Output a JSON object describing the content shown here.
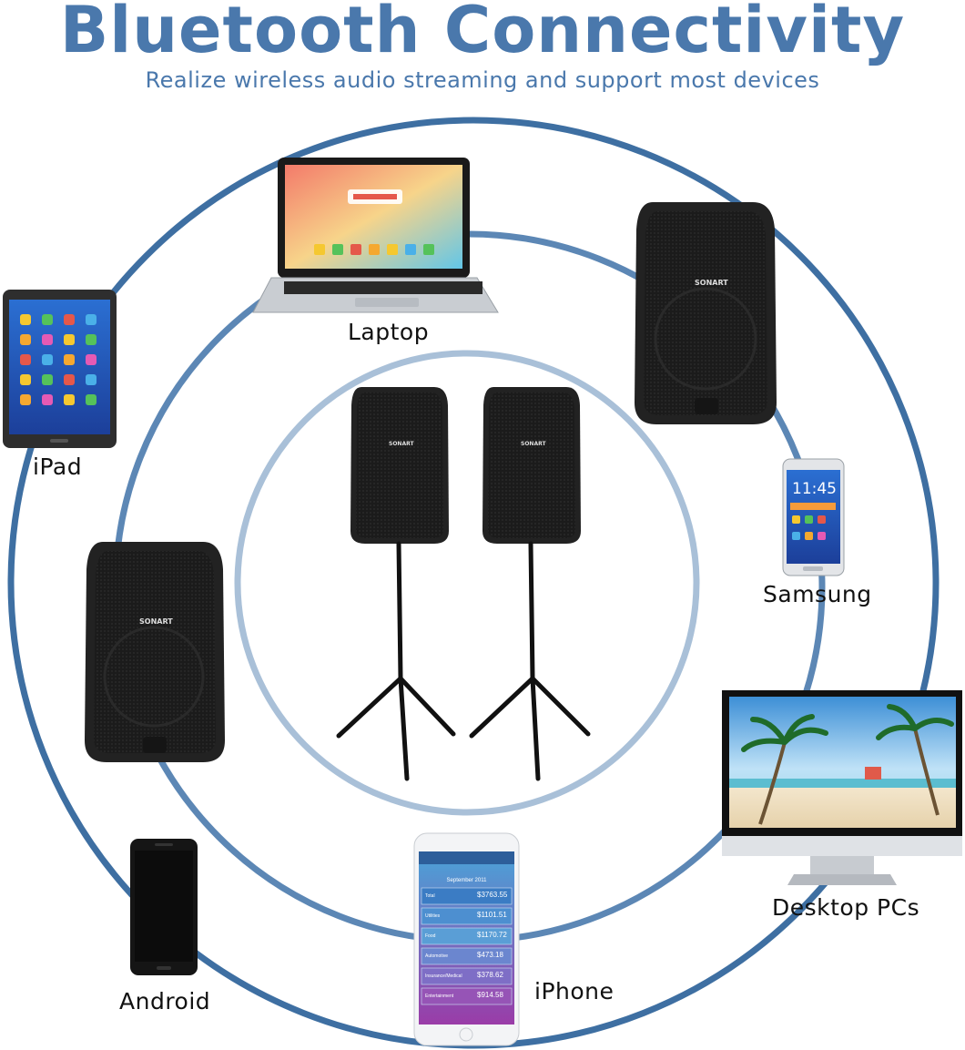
{
  "header": {
    "title": "Bluetooth Connectivity",
    "subtitle": "Realize wireless audio streaming and support most devices"
  },
  "colors": {
    "title": "#4a78ac",
    "outer_ring": "#3e6fa2",
    "middle_ring": "#5c87b5",
    "inner_ring": "#a9c0d8"
  },
  "devices": {
    "laptop": "Laptop",
    "ipad": "iPad",
    "samsung": "Samsung",
    "desktop": "Desktop PCs",
    "android": "Android",
    "iphone": "iPhone"
  },
  "screens": {
    "samsung_clock": "11:45",
    "iphone_month": "September 2011",
    "iphone_rows": [
      {
        "label": "Total",
        "amount": "$3763.55"
      },
      {
        "label": "Utilities",
        "amount": "$1101.51"
      },
      {
        "label": "Food",
        "amount": "$1170.72"
      },
      {
        "label": "Automotive",
        "amount": "$473.18"
      },
      {
        "label": "Insurance/Medical",
        "amount": "$378.62"
      },
      {
        "label": "Entertainment",
        "amount": "$914.58"
      }
    ]
  },
  "brand": "SONART"
}
